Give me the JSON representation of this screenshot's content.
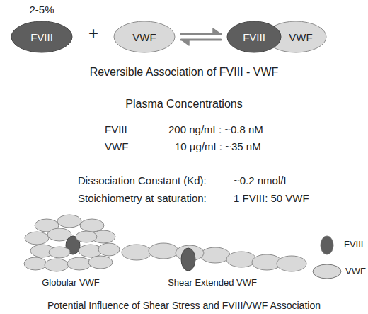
{
  "diagram": {
    "nodes": [
      {
        "text": [
          "2-5%",
          "FVIII"
        ]
      },
      {
        "text": [
          "VWF"
        ]
      },
      {
        "text": [
          "FVIII"
        ]
      },
      {
        "text": [
          "VWF"
        ]
      }
    ],
    "edges": [
      {
        "from": 1,
        "to": 2,
        "arrow": "both"
      }
    ],
    "labels": [
      "+",
      "Reversible Association of FVIII - VWF",
      "Plasma Concentrations",
      "FVIII",
      "200 ng/mL: ~0.8 nM",
      "VWF",
      "10 µg/mL: ~35 nM",
      "Dissociation Constant (Kd):",
      "~0.2 nmol/L",
      "Stoichiometry at saturation:",
      "1 FVIII: 50 VWF",
      "Globular VWF",
      "Shear Extended VWF",
      "Potential Influence of Shear Stress and FVIII/VWF Association"
    ],
    "legend": [
      {
        "text": "FVIII",
        "color": "#5e5e5e"
      },
      {
        "text": "VWF",
        "color": "#d9d9d9"
      }
    ]
  }
}
